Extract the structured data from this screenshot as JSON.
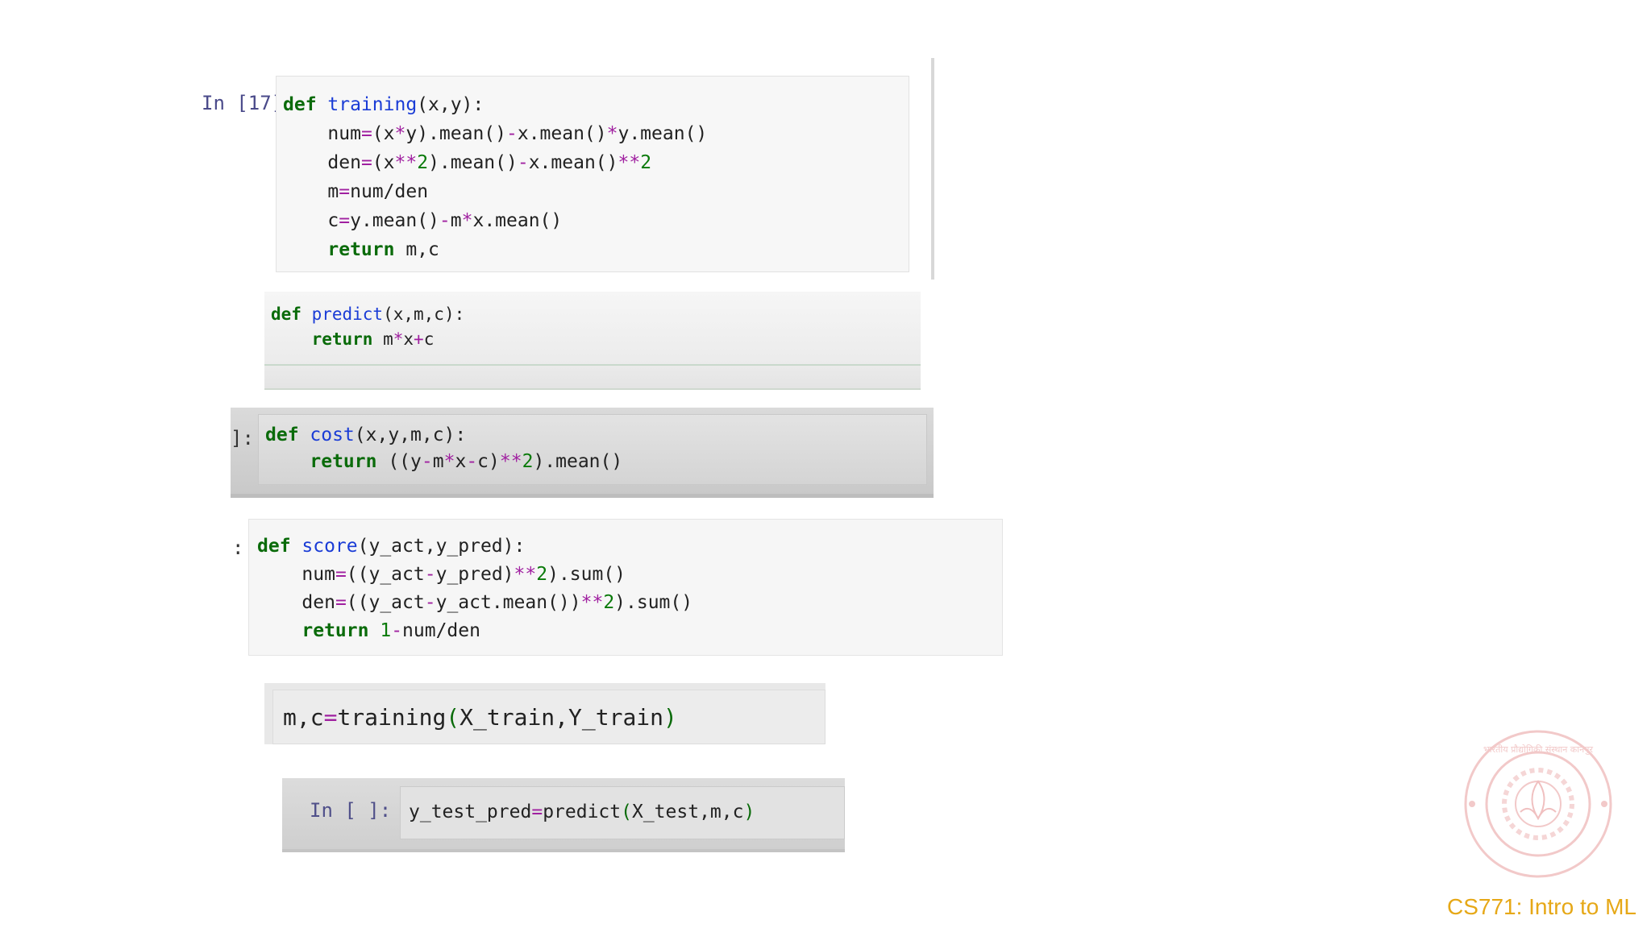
{
  "cells": {
    "training": {
      "prompt": "In [17]:",
      "lines": [
        [
          [
            "kw",
            "def "
          ],
          [
            "fn",
            "training"
          ],
          [
            "txt",
            "(x,y):"
          ]
        ],
        [
          [
            "txt",
            "    num"
          ],
          [
            "op",
            "="
          ],
          [
            "txt",
            "(x"
          ],
          [
            "op",
            "*"
          ],
          [
            "txt",
            "y).mean()"
          ],
          [
            "op",
            "-"
          ],
          [
            "txt",
            "x.mean()"
          ],
          [
            "op",
            "*"
          ],
          [
            "txt",
            "y.mean()"
          ]
        ],
        [
          [
            "txt",
            "    den"
          ],
          [
            "op",
            "="
          ],
          [
            "txt",
            "(x"
          ],
          [
            "op",
            "**"
          ],
          [
            "num",
            "2"
          ],
          [
            "txt",
            ").mean()"
          ],
          [
            "op",
            "-"
          ],
          [
            "txt",
            "x.mean()"
          ],
          [
            "op",
            "**"
          ],
          [
            "num",
            "2"
          ]
        ],
        [
          [
            "txt",
            "    m"
          ],
          [
            "op",
            "="
          ],
          [
            "txt",
            "num/den"
          ]
        ],
        [
          [
            "txt",
            "    c"
          ],
          [
            "op",
            "="
          ],
          [
            "txt",
            "y.mean()"
          ],
          [
            "op",
            "-"
          ],
          [
            "txt",
            "m"
          ],
          [
            "op",
            "*"
          ],
          [
            "txt",
            "x.mean()"
          ]
        ],
        [
          [
            "kw",
            "    return "
          ],
          [
            "txt",
            "m,c"
          ]
        ]
      ]
    },
    "predict": {
      "lines": [
        [
          [
            "kw",
            "def "
          ],
          [
            "fn",
            "predict"
          ],
          [
            "txt",
            "(x,m,c):"
          ]
        ],
        [
          [
            "kw",
            "    return "
          ],
          [
            "txt",
            "m"
          ],
          [
            "op",
            "*"
          ],
          [
            "txt",
            "x"
          ],
          [
            "op",
            "+"
          ],
          [
            "txt",
            "c"
          ]
        ]
      ]
    },
    "cost": {
      "prompt": "]:",
      "lines": [
        [
          [
            "kw",
            "def "
          ],
          [
            "fn",
            "cost"
          ],
          [
            "txt",
            "(x,y,m,c):"
          ]
        ],
        [
          [
            "kw",
            "    return "
          ],
          [
            "txt",
            "((y"
          ],
          [
            "op",
            "-"
          ],
          [
            "txt",
            "m"
          ],
          [
            "op",
            "*"
          ],
          [
            "txt",
            "x"
          ],
          [
            "op",
            "-"
          ],
          [
            "txt",
            "c)"
          ],
          [
            "op",
            "**"
          ],
          [
            "num",
            "2"
          ],
          [
            "txt",
            ").mean()"
          ]
        ]
      ]
    },
    "score": {
      "prompt": ":",
      "lines": [
        [
          [
            "kw",
            "def "
          ],
          [
            "fn",
            "score"
          ],
          [
            "txt",
            "(y_act,y_pred):"
          ]
        ],
        [
          [
            "txt",
            "    num"
          ],
          [
            "op",
            "="
          ],
          [
            "txt",
            "((y_act"
          ],
          [
            "op",
            "-"
          ],
          [
            "txt",
            "y_pred)"
          ],
          [
            "op",
            "**"
          ],
          [
            "num",
            "2"
          ],
          [
            "txt",
            ").sum()"
          ]
        ],
        [
          [
            "txt",
            "    den"
          ],
          [
            "op",
            "="
          ],
          [
            "txt",
            "((y_act"
          ],
          [
            "op",
            "-"
          ],
          [
            "txt",
            "y_act.mean())"
          ],
          [
            "op",
            "**"
          ],
          [
            "num",
            "2"
          ],
          [
            "txt",
            ").sum()"
          ]
        ],
        [
          [
            "kw",
            "    return "
          ],
          [
            "num",
            "1"
          ],
          [
            "op",
            "-"
          ],
          [
            "txt",
            "num/den"
          ]
        ]
      ]
    },
    "train_call": {
      "lines": [
        [
          [
            "txt",
            "m,c"
          ],
          [
            "op",
            "="
          ],
          [
            "txt",
            "training"
          ],
          [
            "bp",
            "("
          ],
          [
            "txt",
            "X_train,Y_train"
          ],
          [
            "bp",
            ")"
          ]
        ]
      ]
    },
    "predict_call": {
      "prompt": "In [ ]:",
      "lines": [
        [
          [
            "txt",
            "y_test_pred"
          ],
          [
            "op",
            "="
          ],
          [
            "txt",
            "predict"
          ],
          [
            "bp",
            "("
          ],
          [
            "txt",
            "X_test,m,c"
          ],
          [
            "bp",
            ")"
          ]
        ]
      ]
    }
  },
  "seal_text": "भारतीय प्रौद्योगिकी संस्थान कानपुर",
  "footer": "CS771: Intro to ML",
  "colors": {
    "keyword": "#0a6b0a",
    "function": "#1a3cd6",
    "operator": "#a020a0",
    "footer": "#e6a817"
  }
}
